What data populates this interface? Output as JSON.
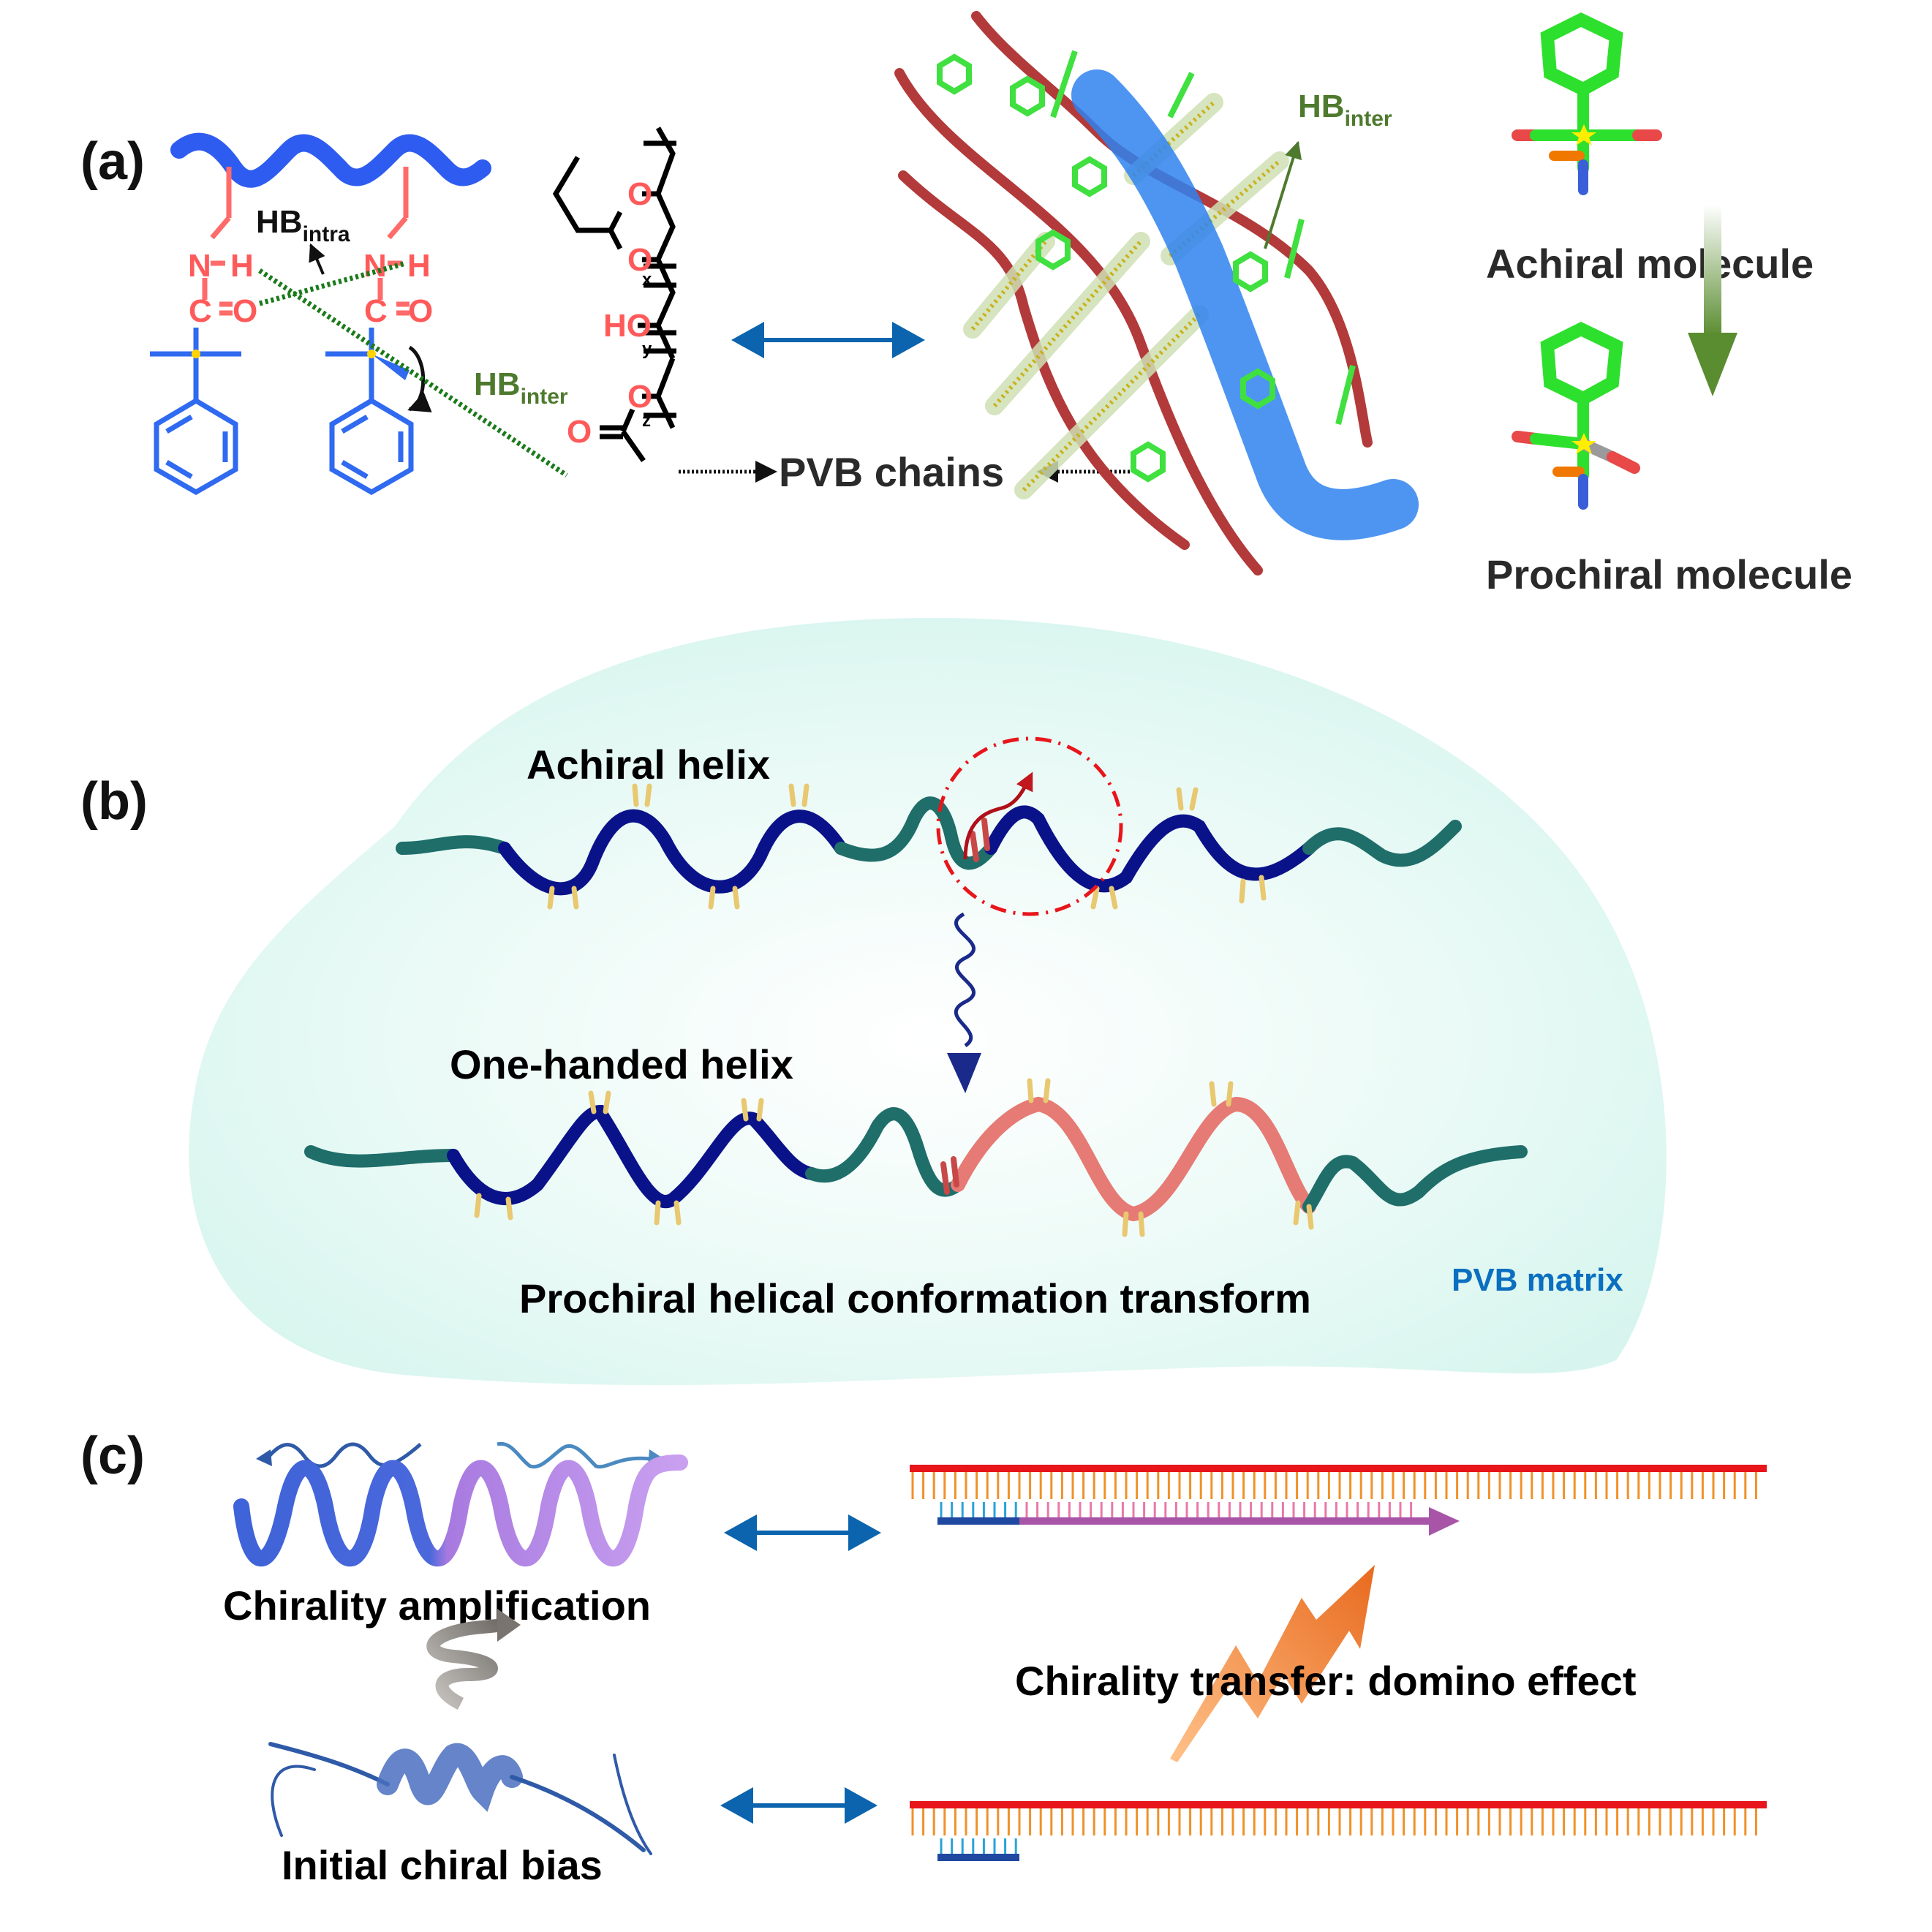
{
  "panels": {
    "a": {
      "label": "(a)",
      "hb_intra": {
        "main": "HB",
        "sub": "intra"
      },
      "hb_inter_left": {
        "main": "HB",
        "sub": "inter"
      },
      "hb_inter_right": {
        "main": "HB",
        "sub": "inter"
      },
      "atoms": {
        "nh_left": {
          "n": "N",
          "h": "H"
        },
        "co_left": {
          "c": "C",
          "o": "O"
        },
        "nh_right": {
          "n": "N",
          "h": "H"
        },
        "co_right": {
          "c": "C",
          "o": "O"
        },
        "pvb_o1": "O",
        "pvb_o2": "O",
        "pvb_ho": "HO",
        "pvb_o3": "O",
        "pvb_o4": "O"
      },
      "subscripts": {
        "x": "x",
        "y": "y",
        "z": "z"
      },
      "pvb_chains_label": "PVB chains",
      "achiral_molecule_label": "Achiral molecule",
      "prochiral_molecule_label": "Prochiral molecule"
    },
    "b": {
      "label": "(b)",
      "achiral_helix_label": "Achiral helix",
      "one_handed_helix_label": "One-handed helix",
      "transform_label": "Prochiral helical conformation transform",
      "matrix_label": "PVB matrix"
    },
    "c": {
      "label": "(c)",
      "amplification_label": "Chirality amplification",
      "initial_bias_label": "Initial chiral bias",
      "transfer_label": "Chirality transfer: domino effect"
    }
  },
  "colors": {
    "helix_blue": "#2f5cf0",
    "red_atom": "#ff5a5a",
    "hb_green_dash": "#1a7a1a",
    "hb_inter_text": "#4e7a2e",
    "arrow_blue": "#0b64ad",
    "pvb_red": "#b33a3a",
    "mol_green": "#2ee02e",
    "matrix_text": "#0b6fc0",
    "matrix_fill": "#dff7f2",
    "navy_helix": "#0a128a",
    "teal_helix": "#1f6e6a",
    "salmon_helix": "#e67a74",
    "strand_red": "#e8151b",
    "rung_orange": "#f0912a",
    "rung_blue": "#2aa2d8",
    "rung_pink": "#e879a8",
    "primer_blue": "#1f48a0",
    "extension_purple": "#a855a8",
    "domino_orange": "#f07a2a"
  }
}
